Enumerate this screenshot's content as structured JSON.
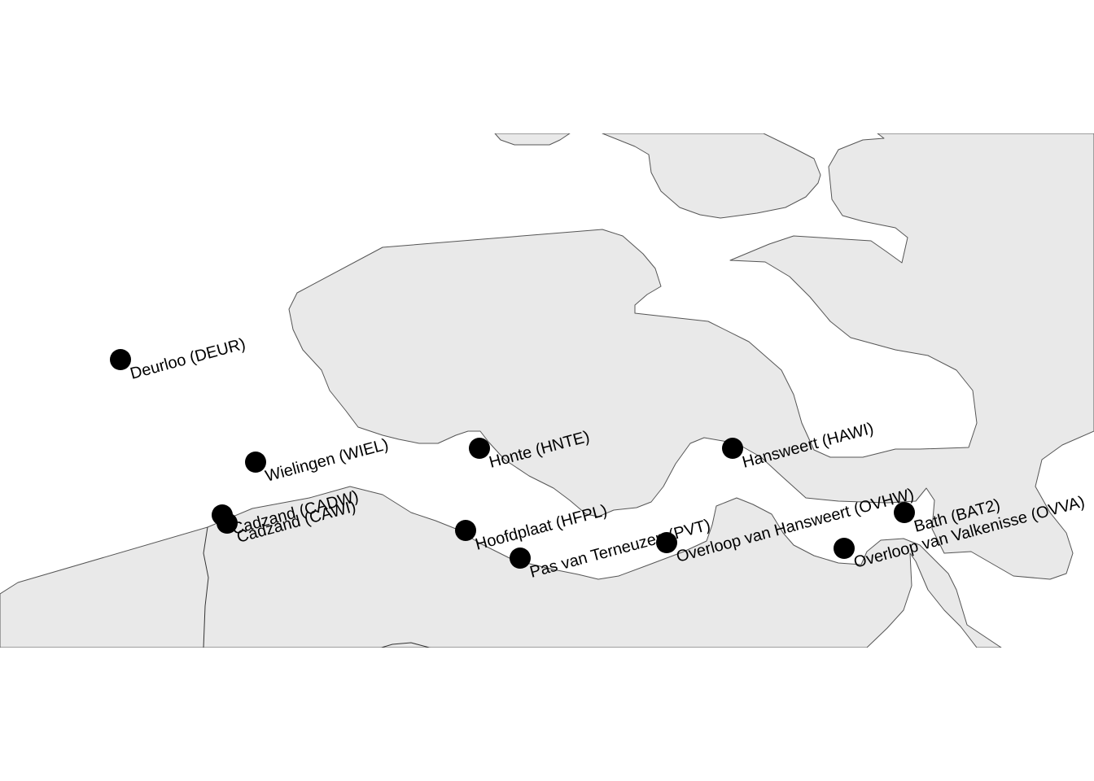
{
  "map": {
    "land_color": "#e9e9e9",
    "coast_color": "#555555",
    "marker_color": "#000000"
  },
  "stations": [
    {
      "id": "DEUR",
      "label": "Deurloo (DEUR)"
    },
    {
      "id": "WIEL",
      "label": "Wielingen (WIEL)"
    },
    {
      "id": "CADW",
      "label": "Cadzand (CADW)"
    },
    {
      "id": "CAWI",
      "label": "Cadzand (CAWI)"
    },
    {
      "id": "HNTE",
      "label": "Honte (HNTE)"
    },
    {
      "id": "HFPL",
      "label": "Hoofdplaat (HFPL)"
    },
    {
      "id": "PVT",
      "label": "Pas van Terneuzen (PVT)"
    },
    {
      "id": "HAWI",
      "label": "Hansweert (HAWI)"
    },
    {
      "id": "OVHW",
      "label": "Overloop van Hansweert (OVHW)"
    },
    {
      "id": "BAT2",
      "label": "Bath (BAT2)"
    },
    {
      "id": "OVVA",
      "label": "Overloop van Valkenisse (OVVA)"
    }
  ]
}
